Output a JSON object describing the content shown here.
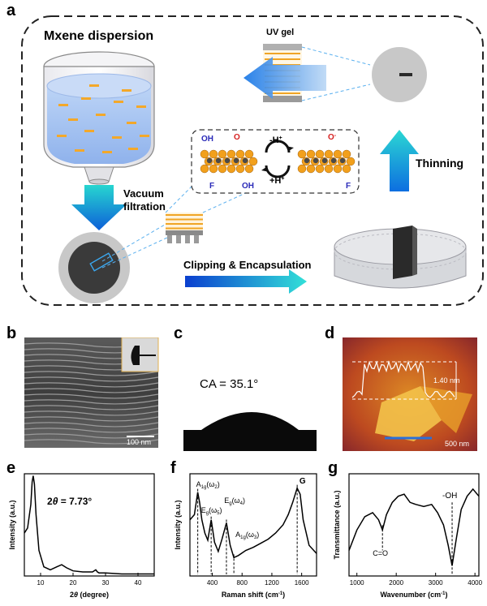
{
  "panel_a": {
    "letter": "a",
    "mxene_dispersion": "Mxene dispersion",
    "uv_gel": "UV gel",
    "vacuum": "Vacuum",
    "filtration": "filtration",
    "thinning": "Thinning",
    "clipping": "Clipping & Encapsulation",
    "oh": "OH",
    "o": "O",
    "o_minus": "O",
    "f": "F",
    "minus_h": "-H",
    "plus_h": "+H",
    "sup_plus": "+"
  },
  "panel_b": {
    "letter": "b",
    "scale": "100 nm"
  },
  "panel_c": {
    "letter": "c",
    "ca": "CA = 35.1°"
  },
  "panel_d": {
    "letter": "d",
    "height": "1.40 nm",
    "scale": "500 nm"
  },
  "panel_e": {
    "letter": "e",
    "annotation": "2θ = 7.73°"
  },
  "panel_f": {
    "letter": "f",
    "peak_g": "G"
  },
  "panel_g": {
    "letter": "g",
    "c_o": "C=O",
    "oh": "-OH"
  },
  "chart_data": [
    {
      "type": "line",
      "panel": "e",
      "xlabel": "2θ (degree)",
      "ylabel": "Intensity (a.u.)",
      "xlim": [
        5,
        45
      ],
      "xticks": [
        "10",
        "20",
        "30",
        "40"
      ],
      "x": [
        5,
        6,
        7,
        7.4,
        7.73,
        8.1,
        8.6,
        9.5,
        11,
        13,
        15,
        16.5,
        18,
        20,
        23,
        26,
        27,
        27.5,
        28,
        30,
        35,
        40,
        45
      ],
      "values": [
        0.42,
        0.47,
        0.7,
        0.92,
        0.98,
        0.9,
        0.6,
        0.25,
        0.09,
        0.06,
        0.09,
        0.11,
        0.08,
        0.05,
        0.04,
        0.04,
        0.06,
        0.04,
        0.03,
        0.03,
        0.02,
        0.02,
        0.02
      ]
    },
    {
      "type": "line",
      "panel": "f",
      "xlabel": "Raman shift (cm-1)",
      "ylabel": "Intensity (a.u.)",
      "xlim": [
        100,
        1800
      ],
      "xticks": [
        "400",
        "800",
        "1200",
        "1600"
      ],
      "x": [
        100,
        160,
        205,
        230,
        260,
        300,
        340,
        385,
        430,
        480,
        530,
        590,
        640,
        690,
        750,
        850,
        950,
        1050,
        1150,
        1250,
        1350,
        1420,
        1480,
        1540,
        1580,
        1620,
        1700,
        1800
      ],
      "values": [
        0.55,
        0.6,
        0.82,
        0.72,
        0.55,
        0.42,
        0.35,
        0.55,
        0.33,
        0.24,
        0.36,
        0.52,
        0.3,
        0.18,
        0.2,
        0.25,
        0.28,
        0.32,
        0.36,
        0.42,
        0.5,
        0.6,
        0.72,
        0.86,
        0.8,
        0.55,
        0.3,
        0.22
      ],
      "peak_labels": [
        {
          "base": "A",
          "sub": "1g",
          "mode": "(ω",
          "msub": "2",
          "close": ")"
        },
        {
          "base": "E",
          "sub": "g",
          "mode": "(ω",
          "msub": "5",
          "close": ")"
        },
        {
          "base": "E",
          "sub": "g",
          "mode": "(ω",
          "msub": "4",
          "close": ")"
        },
        {
          "base": "A",
          "sub": "1g",
          "mode": "(ω",
          "msub": "3",
          "close": ")"
        }
      ]
    },
    {
      "type": "line",
      "panel": "g",
      "xlabel": "Wavenumber (cm-1)",
      "ylabel": "Transmittance (a.u.)",
      "xlim": [
        800,
        4100
      ],
      "xticks": [
        "1000",
        "2000",
        "3000",
        "4000"
      ],
      "x": [
        800,
        1000,
        1200,
        1400,
        1550,
        1650,
        1750,
        1900,
        2050,
        2200,
        2350,
        2500,
        2700,
        2900,
        3050,
        3200,
        3320,
        3420,
        3520,
        3650,
        3800,
        3950,
        4100
      ],
      "values": [
        0.25,
        0.45,
        0.58,
        0.62,
        0.55,
        0.45,
        0.6,
        0.72,
        0.78,
        0.8,
        0.72,
        0.7,
        0.68,
        0.7,
        0.62,
        0.5,
        0.3,
        0.1,
        0.35,
        0.65,
        0.78,
        0.85,
        0.78
      ]
    }
  ]
}
